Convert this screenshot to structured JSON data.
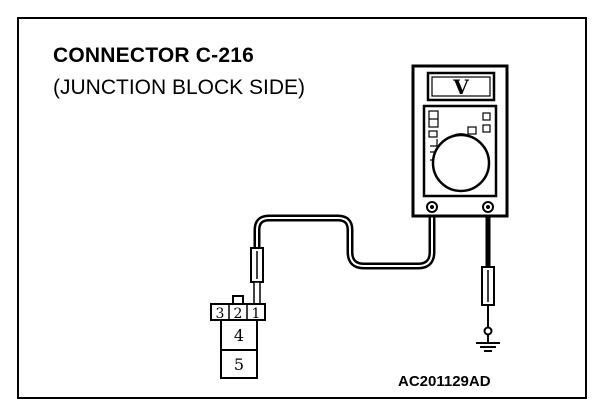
{
  "diagram": {
    "title": "CONNECTOR C-216",
    "subtitle": "(JUNCTION BLOCK SIDE)",
    "code": "AC201129AD",
    "meter": {
      "display": "V",
      "icon": "voltmeter-icon"
    },
    "connector": {
      "terminals_top": [
        "3",
        "2",
        "1"
      ],
      "terminal_mid": "4",
      "terminal_bottom": "5"
    },
    "ground_icon": "ground-symbol-icon",
    "colors": {
      "line": "#000000",
      "background": "#ffffff"
    }
  }
}
